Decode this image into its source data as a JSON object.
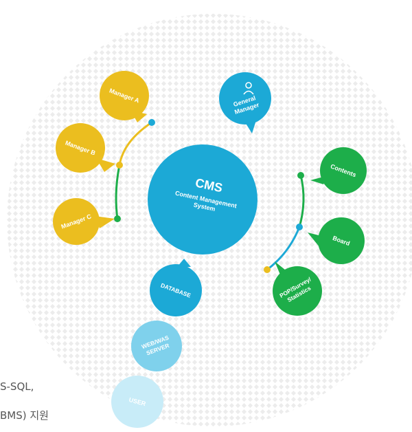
{
  "colors": {
    "yellow": "#EBBE1F",
    "cyan": "#1CA9D6",
    "green": "#1DAE4A",
    "light_blue": "#7FD1EC",
    "pale_blue": "#C8ECF8",
    "dot_gray": "#ECECEC"
  },
  "center": {
    "title": "CMS",
    "subtitle_line1": "Content Management",
    "subtitle_line2": "System"
  },
  "managers": [
    {
      "label": "Manager A"
    },
    {
      "label": "Manager B"
    },
    {
      "label": "Manager C"
    }
  ],
  "general_manager": {
    "line1": "General",
    "line2": "Manager",
    "icon": "user-icon"
  },
  "services": [
    {
      "label": "Contents"
    },
    {
      "label": "Board"
    },
    {
      "label": "POP/Survey/",
      "label2": "Statistics"
    }
  ],
  "stack": {
    "database": "DATABASE",
    "web_line1": "WEB/WAS",
    "web_line2": "SERVER",
    "user": "USER"
  },
  "side_text": {
    "line1": "S-SQL,",
    "line2": "BMS) 지원"
  }
}
